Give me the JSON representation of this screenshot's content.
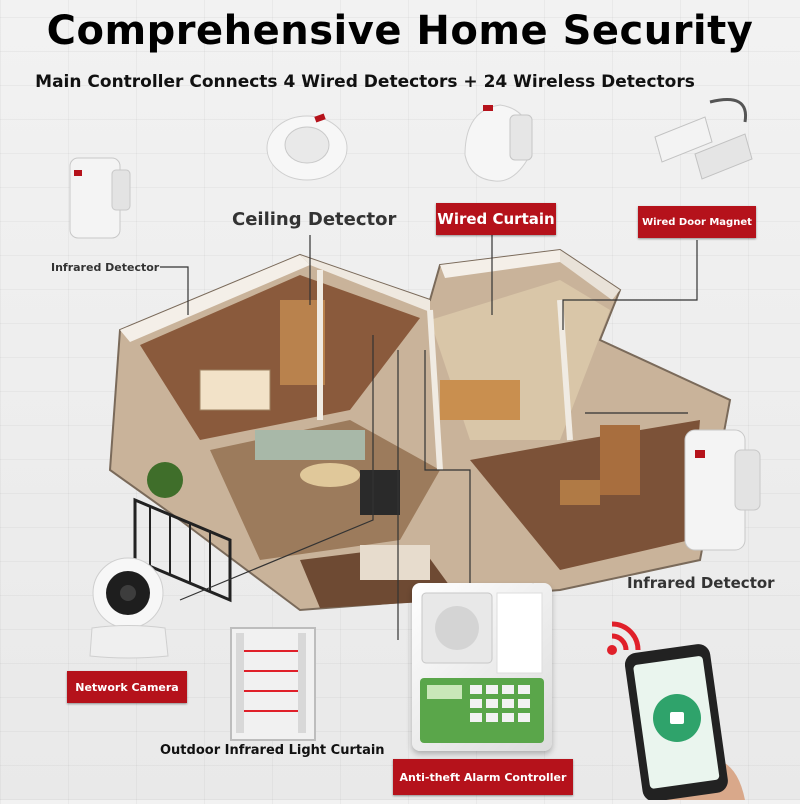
{
  "header": {
    "title": "Comprehensive Home Security",
    "subtitle": "Main Controller Connects 4 Wired Detectors + 24 Wireless Detectors"
  },
  "labels": {
    "ceiling_detector": "Ceiling Detector",
    "wired_curtain": "Wired Curtain",
    "wired_door_magnet": "Wired Door Magnet",
    "infrared_detector_left": "Infrared Detector",
    "infrared_detector_right": "Infrared Detector",
    "network_camera": "Network Camera",
    "outdoor_curtain": "Outdoor Infrared Light Curtain",
    "alarm_controller": "Anti-theft Alarm Controller"
  },
  "colors": {
    "accent_red": "#b5121b",
    "wifi_red": "#e0202a"
  },
  "icons": [
    "ceiling-detector-icon",
    "wired-curtain-icon",
    "door-magnet-icon",
    "pir-detector-icon",
    "network-camera-icon",
    "light-curtain-icon",
    "alarm-controller-icon",
    "wifi-icon",
    "smartphone-icon",
    "house-floorplan-illustration"
  ]
}
